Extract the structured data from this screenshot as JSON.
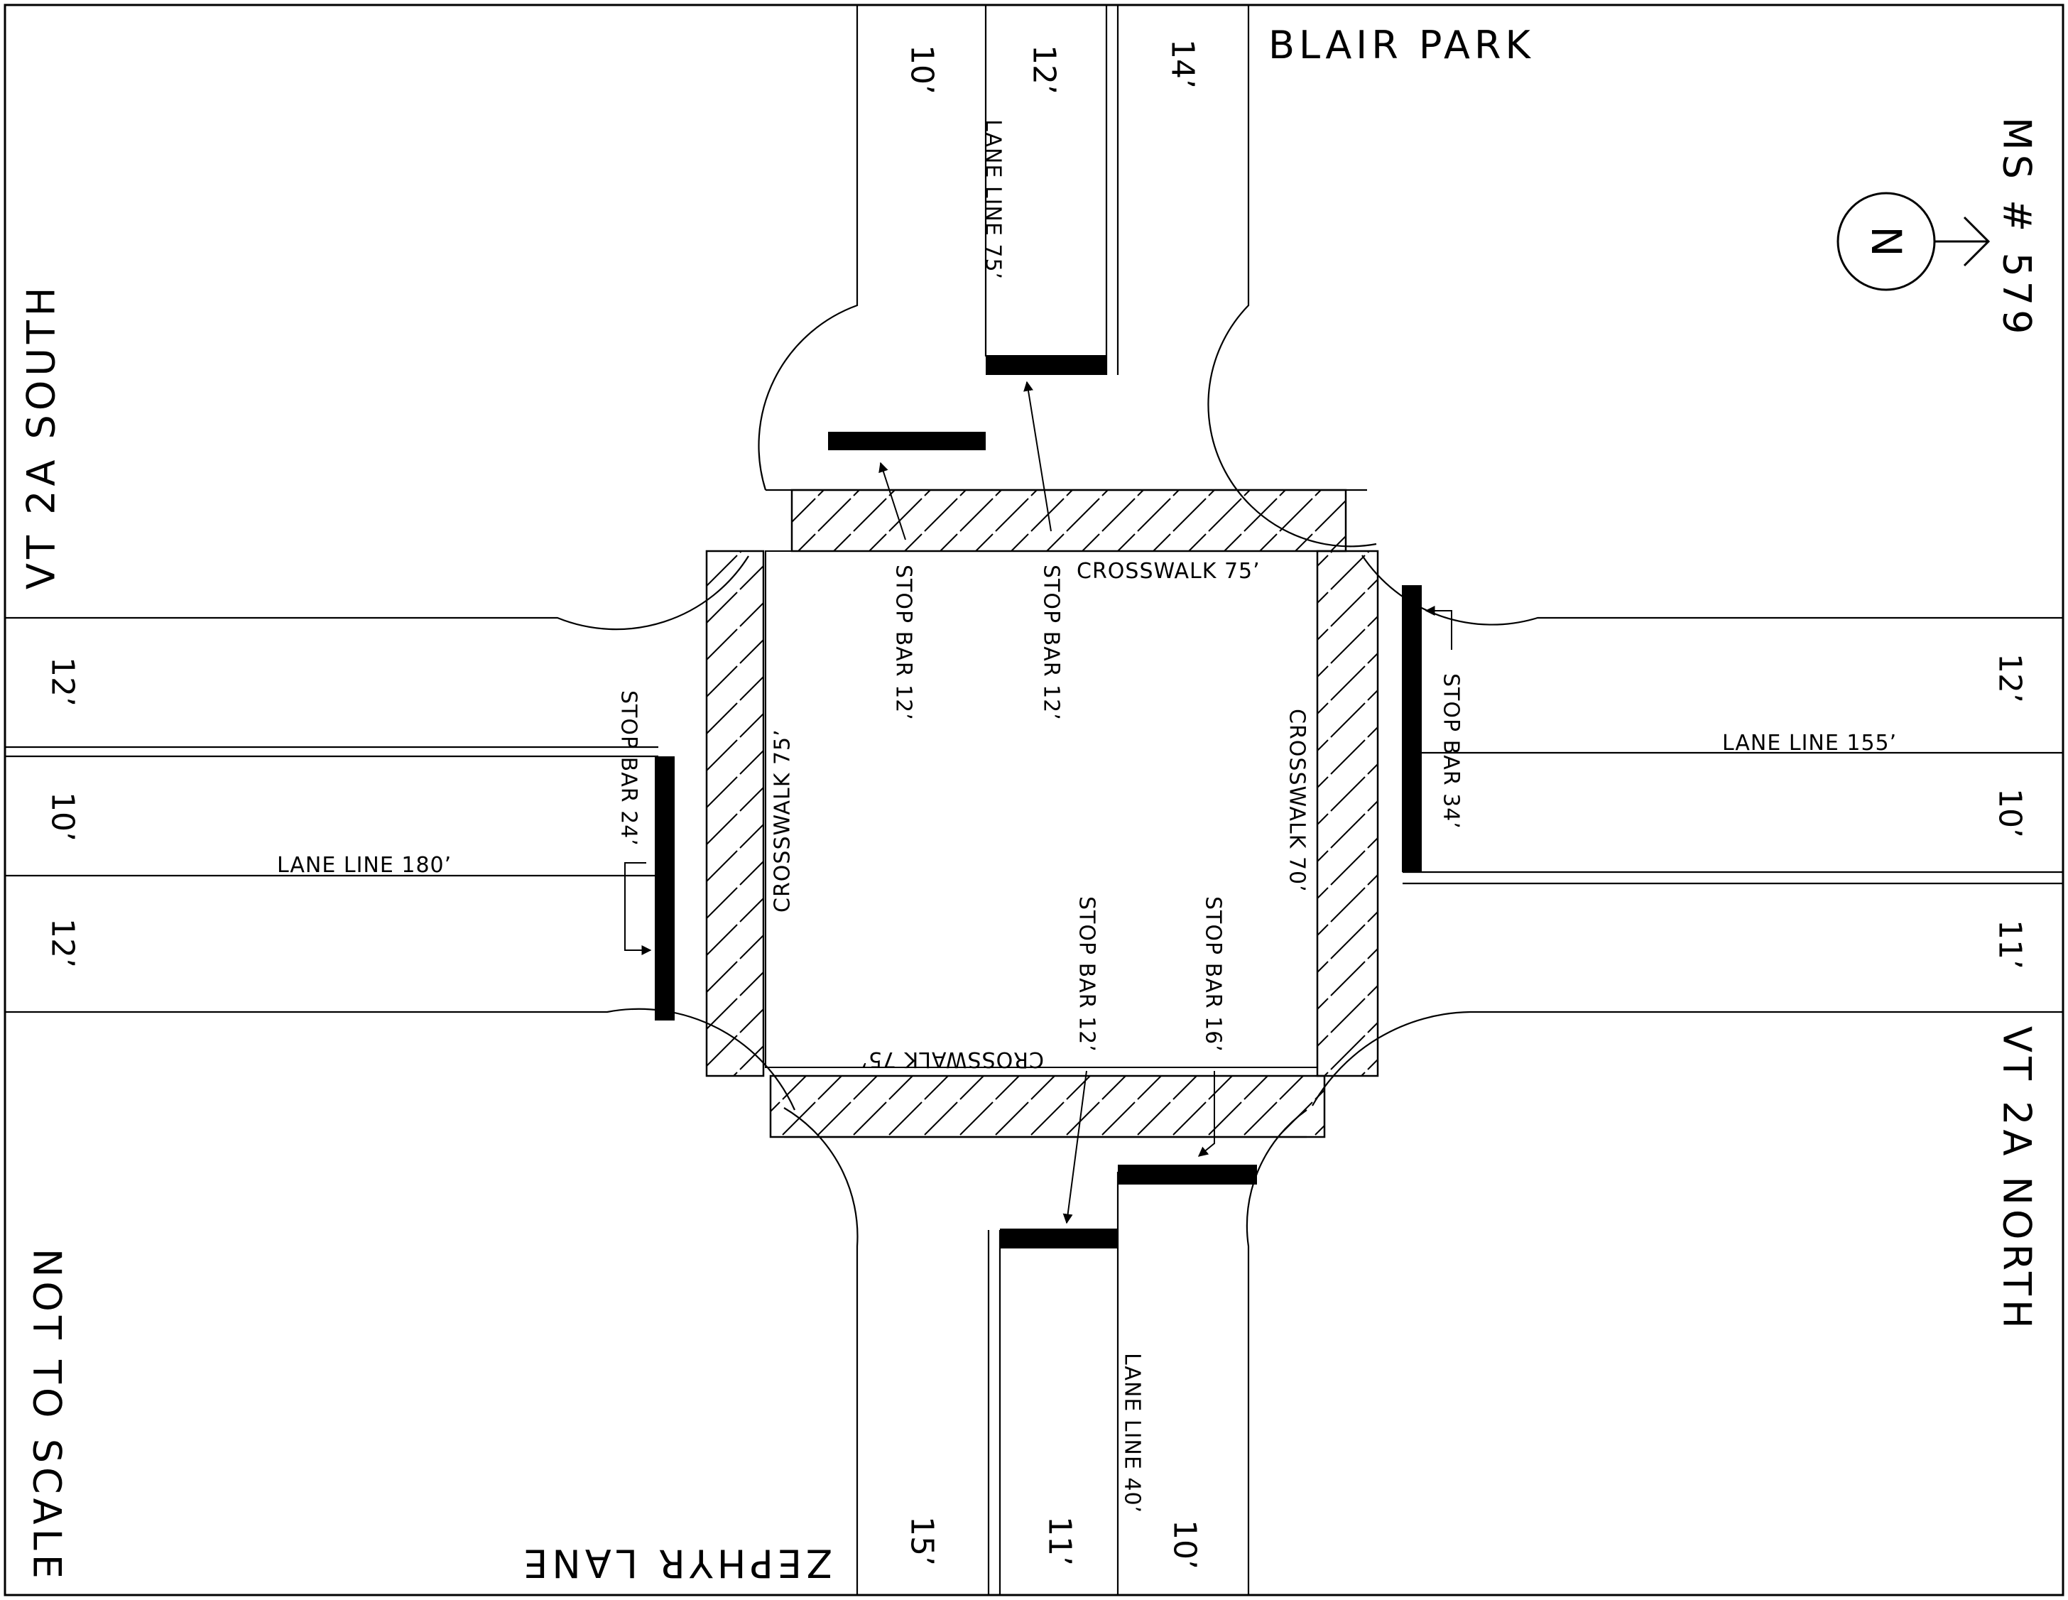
{
  "title_route": "MS # 579",
  "place_name": "BLAIR PARK",
  "road_west": "VT 2A SOUTH",
  "road_east": "VT 2A NORTH",
  "road_south": "ZEPHYR LANE",
  "scale_note": "NOT TO SCALE",
  "north_letter": "N",
  "lane_widths": {
    "north_left": "10’",
    "north_mid": "12’",
    "north_right": "14’",
    "west_top": "12’",
    "west_mid": "10’",
    "west_bottom": "12’",
    "east_top": "12’",
    "east_mid": "10’",
    "east_bottom": "11’",
    "south_left": "15’",
    "south_mid": "11’",
    "south_right": "10’"
  },
  "lane_lines": {
    "north": "LANE LINE 75’",
    "west": "LANE LINE 180’",
    "east": "LANE LINE 155’",
    "south": "LANE LINE 40’"
  },
  "stop_bars": {
    "north_a": "STOP BAR 12’",
    "north_b": "STOP BAR 12’",
    "west": "STOP BAR 24’",
    "east": "STOP BAR 34’",
    "south_a": "STOP BAR 12’",
    "south_b": "STOP BAR 16’"
  },
  "crosswalks": {
    "north": "CROSSWALK 75’",
    "west": "CROSSWALK 75’",
    "east": "CROSSWALK 70’",
    "south": "CROSSWALK 75’"
  },
  "colors": {
    "ink": "#000000",
    "paper": "#ffffff"
  }
}
